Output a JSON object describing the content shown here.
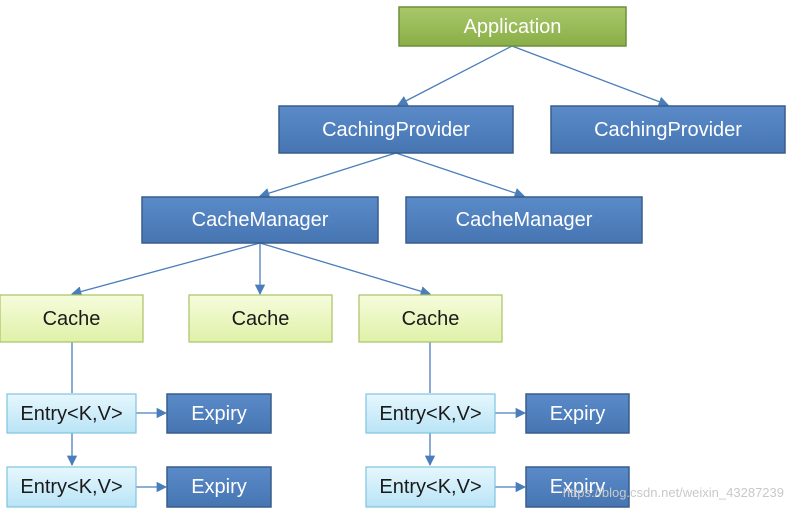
{
  "nodes": {
    "application": "Application",
    "caching_provider_1": "CachingProvider",
    "caching_provider_2": "CachingProvider",
    "cache_manager_1": "CacheManager",
    "cache_manager_2": "CacheManager",
    "cache_1": "Cache",
    "cache_2": "Cache",
    "cache_3": "Cache",
    "entry_1": "Entry<K,V>",
    "entry_2": "Entry<K,V>",
    "entry_3": "Entry<K,V>",
    "entry_4": "Entry<K,V>",
    "expiry_1": "Expiry",
    "expiry_2": "Expiry",
    "expiry_3": "Expiry",
    "expiry_4": "Expiry"
  },
  "watermark": "https://blog.csdn.net/weixin_43287239",
  "colors": {
    "application_fill": "#9bbb59",
    "blue_fill": "#4f81bd",
    "light_green_fill": "#e9f7b9",
    "light_blue_fill": "#cdeefa",
    "connector": "#4a7ebb"
  }
}
